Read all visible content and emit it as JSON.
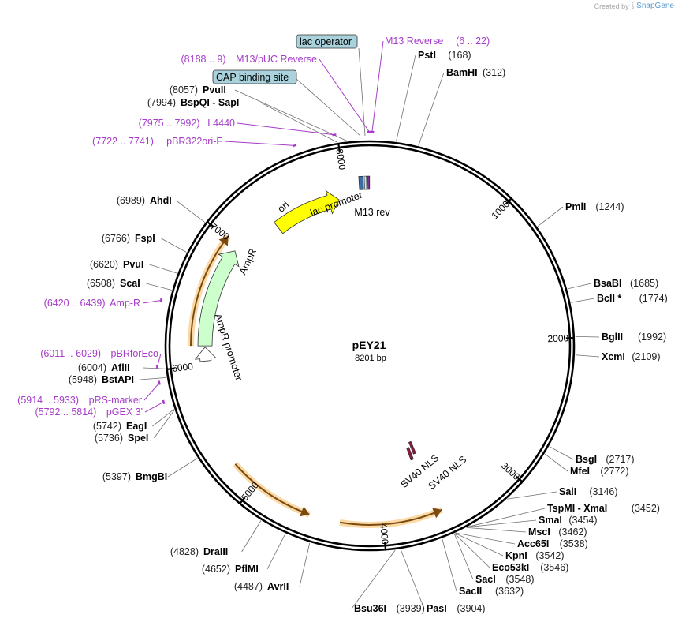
{
  "credit": {
    "created_by": "Created by",
    "brand": "SnapGene"
  },
  "plasmid": {
    "name": "pEY21",
    "size_label": "8201 bp",
    "length": 8201
  },
  "ticks": [
    {
      "label": "1000",
      "bp": 1000
    },
    {
      "label": "2000",
      "bp": 2000
    },
    {
      "label": "3000",
      "bp": 3000
    },
    {
      "label": "4000",
      "bp": 4000
    },
    {
      "label": "5000",
      "bp": 5000
    },
    {
      "label": "6000",
      "bp": 6000
    },
    {
      "label": "7000",
      "bp": 7000
    },
    {
      "label": "8000",
      "bp": 8000
    }
  ],
  "enzymes": [
    {
      "name": "PstI",
      "pos": "(168)",
      "bp": 168
    },
    {
      "name": "BamHI",
      "pos": "(312)",
      "bp": 312
    },
    {
      "name": "PmlI",
      "pos": "(1244)",
      "bp": 1244
    },
    {
      "name": "BsaBI",
      "pos": "(1685)",
      "bp": 1685
    },
    {
      "name": "BclI *",
      "pos": "(1774)",
      "bp": 1774
    },
    {
      "name": "BglII",
      "pos": "(1992)",
      "bp": 1992
    },
    {
      "name": "XcmI",
      "pos": "(2109)",
      "bp": 2109
    },
    {
      "name": "BsgI",
      "pos": "(2717)",
      "bp": 2717
    },
    {
      "name": "MfeI",
      "pos": "(2772)",
      "bp": 2772
    },
    {
      "name": "SalI",
      "pos": "(3146)",
      "bp": 3146
    },
    {
      "name": "TspMI  - XmaI",
      "pos": "(3452)",
      "bp": 3452
    },
    {
      "name": "SmaI",
      "pos": "(3454)",
      "bp": 3454
    },
    {
      "name": "MscI",
      "pos": "(3462)",
      "bp": 3462
    },
    {
      "name": "Acc65I",
      "pos": "(3538)",
      "bp": 3538
    },
    {
      "name": "KpnI",
      "pos": "(3542)",
      "bp": 3542
    },
    {
      "name": "Eco53kI",
      "pos": "(3546)",
      "bp": 3546
    },
    {
      "name": "SacI",
      "pos": "(3548)",
      "bp": 3548
    },
    {
      "name": "SacII",
      "pos": "(3632)",
      "bp": 3632
    },
    {
      "name": "PasI",
      "pos": "(3904)",
      "bp": 3904
    },
    {
      "name": "Bsu36I",
      "pos": "(3939)",
      "bp": 3939
    },
    {
      "name": "AvrII",
      "pos": "(4487)",
      "bp": 4487
    },
    {
      "name": "PflMI",
      "pos": "(4652)",
      "bp": 4652
    },
    {
      "name": "DraIII",
      "pos": "(4828)",
      "bp": 4828
    },
    {
      "name": "BmgBI",
      "pos": "(5397)",
      "bp": 5397
    },
    {
      "name": "SpeI",
      "pos": "(5736)",
      "bp": 5736
    },
    {
      "name": "EagI",
      "pos": "(5742)",
      "bp": 5742
    },
    {
      "name": "BstAPI",
      "pos": "(5948)",
      "bp": 5948
    },
    {
      "name": "AflII",
      "pos": "(6004)",
      "bp": 6004
    },
    {
      "name": "ScaI",
      "pos": "(6508)",
      "bp": 6508
    },
    {
      "name": "PvuI",
      "pos": "(6620)",
      "bp": 6620
    },
    {
      "name": "FspI",
      "pos": "(6766)",
      "bp": 6766
    },
    {
      "name": "AhdI",
      "pos": "(6989)",
      "bp": 6989
    },
    {
      "name": "BspQI  - SapI",
      "pos": "(7994)",
      "bp": 7994
    },
    {
      "name": "PvuII",
      "pos": "(8057)",
      "bp": 8057
    }
  ],
  "primers": [
    {
      "name": "M13 Reverse",
      "range": "(6 .. 22)",
      "bp": 14
    },
    {
      "name": "M13/pUC Reverse",
      "range": "(8188 .. 9)",
      "bp": 8198
    },
    {
      "name": "L4440",
      "range": "(7975 .. 7992)",
      "bp": 7983
    },
    {
      "name": "pBR322ori-F",
      "range": "(7722 .. 7741)",
      "bp": 7731
    },
    {
      "name": "Amp-R",
      "range": "(6420 .. 6439)",
      "bp": 6430
    },
    {
      "name": "pBRforEco",
      "range": "(6011 .. 6029)",
      "bp": 6020
    },
    {
      "name": "pRS-marker",
      "range": "(5914 .. 5933)",
      "bp": 5923
    },
    {
      "name": "pGEX 3'",
      "range": "(5792 .. 5814)",
      "bp": 5803
    }
  ],
  "boxed_features": [
    {
      "name": "lac operator"
    },
    {
      "name": "CAP binding site"
    }
  ],
  "features": [
    {
      "name": "ori",
      "start": 7340,
      "end": 7930,
      "color": "#ffff00"
    },
    {
      "name": "AmpR",
      "start": 6150,
      "end": 6950,
      "color": "#ccffcc"
    },
    {
      "name": "AmpR promoter",
      "start": 6030,
      "end": 6140,
      "color": "#ffffff"
    },
    {
      "name": "lac promoter",
      "start": 8100,
      "end": 8190,
      "color": "#3a6ea5"
    },
    {
      "name": "M13 rev",
      "start": 8185,
      "end": 8200,
      "color": "#7a2f8e"
    },
    {
      "name": "SV40 NLS",
      "start": 3570,
      "end": 3600,
      "color": "#8b1a40"
    },
    {
      "name": "SV40 NLS",
      "start": 3620,
      "end": 3650,
      "color": "#8b1a40"
    }
  ],
  "orfs": [
    {
      "start": 6150,
      "end": 7010,
      "strand": "+",
      "color": "#f0a030"
    },
    {
      "start": 3560,
      "end": 4320,
      "strand": "-",
      "color": "#f0a030"
    },
    {
      "start": 4550,
      "end": 5210,
      "strand": "-",
      "color": "#f0a030"
    }
  ]
}
